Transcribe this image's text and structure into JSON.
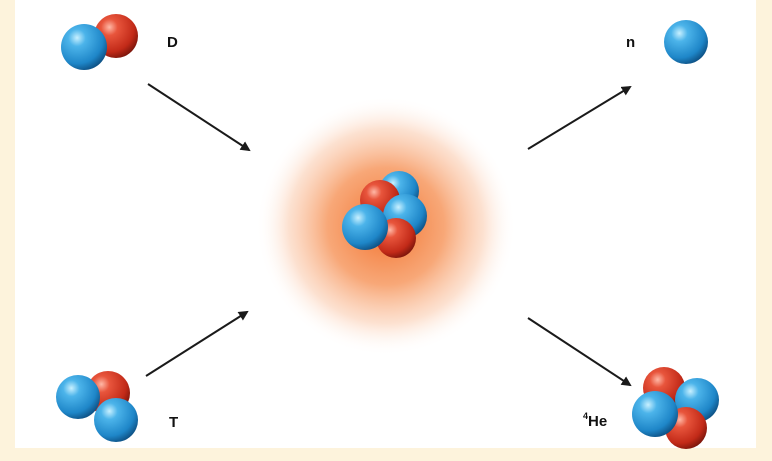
{
  "labels": {
    "deuterium": "D",
    "tritium": "T",
    "neutron": "n",
    "helium_mass_number": "4",
    "helium_symbol": "He"
  },
  "colors": {
    "proton": "#d8402a",
    "neutron": "#2e9ad6",
    "glow": "#f27a36",
    "background": "#fdf3dc",
    "arrow": "#1a1a1a"
  }
}
